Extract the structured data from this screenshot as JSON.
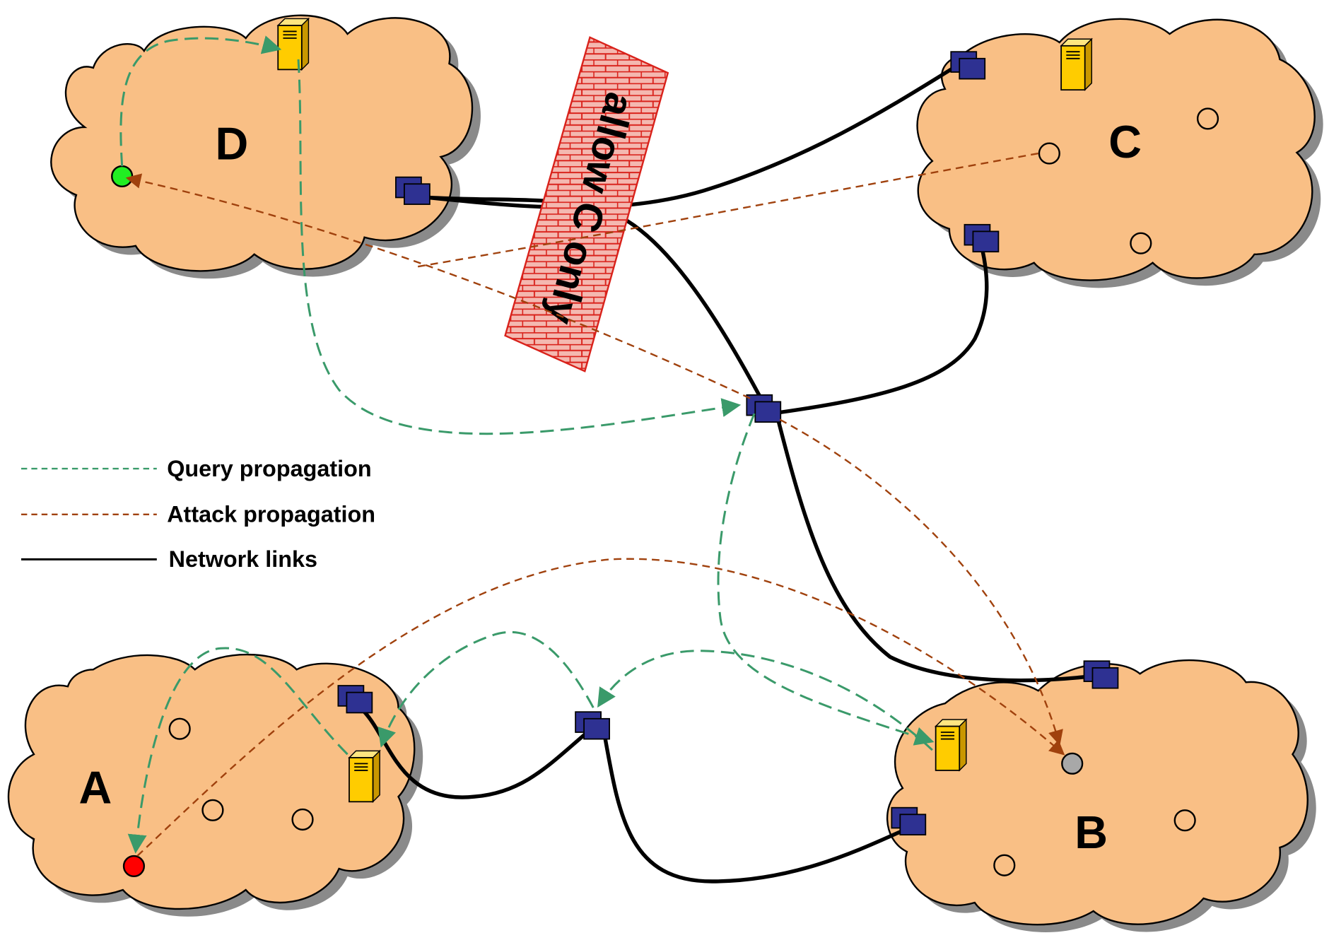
{
  "colors": {
    "cloud_fill": "#F9BF85",
    "cloud_shadow": "#8A8A8A",
    "router_fill": "#2E3192",
    "server_fill": "#FFCC00",
    "query_color": "#3A9A6A",
    "attack_color": "#A0410D",
    "link_color": "#000000",
    "firewall_fill": "#F4B8B0",
    "firewall_brick": "#D9221B",
    "host_infected_red": "#FF0000",
    "host_green": "#22EE22",
    "host_gray": "#A8A8A8"
  },
  "clouds": {
    "a": {
      "label": "A"
    },
    "b": {
      "label": "B"
    },
    "c": {
      "label": "C"
    },
    "d": {
      "label": "D"
    }
  },
  "firewall": {
    "label": "allow C only"
  },
  "legend": {
    "query": "Query propagation",
    "attack": "Attack propagation",
    "links": "Network links"
  },
  "icons": {
    "router": "router-icon",
    "server": "server-icon",
    "host": "host-icon"
  }
}
